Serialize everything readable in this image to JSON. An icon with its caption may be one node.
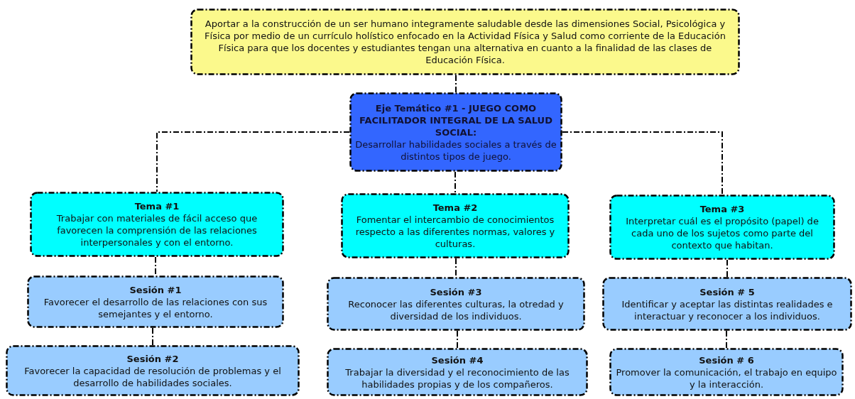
{
  "diagram": {
    "nodes": [
      {
        "text": [
          "Aportar a la construcción de un ser humano integramente saludable desde las dimensiones Social, Psicológica y Física por medio de un currículo holístico enfocado en la Actividad Física y Salud como corriente de la Educación Física para que los docentes y estudiantes tengan una alternativa en cuanto a la finalidad de las clases de Educación Física."
        ]
      },
      {
        "text": [
          "Eje Temático #1 - JUEGO COMO FACILITADOR INTEGRAL DE LA SALUD SOCIAL:",
          "Desarrollar habilidades sociales a través de distintos tipos de juego."
        ]
      },
      {
        "text": [
          "Tema #1",
          "Trabajar con materiales de fácil acceso que favorecen la comprensión de las relaciones interpersonales y con el entorno."
        ]
      },
      {
        "text": [
          "Tema #2",
          "Fomentar el intercambio de conocimientos respecto a las diferentes normas, valores y culturas."
        ]
      },
      {
        "text": [
          "Tema #3",
          "Interpretar cuál es el propósito (papel) de cada uno de los sujetos como parte del contexto que habitan."
        ]
      },
      {
        "text": [
          "Sesión #1",
          "Favorecer el desarrollo de las relaciones con sus semejantes y el entorno."
        ]
      },
      {
        "text": [
          "Sesión #2",
          "Favorecer la capacidad de resolución de problemas y el desarrollo de habilidades sociales."
        ]
      },
      {
        "text": [
          "Sesión #3",
          "Reconocer las diferentes culturas, la otredad y diversidad de los individuos."
        ]
      },
      {
        "text": [
          "Sesión #4",
          "Trabajar la diversidad y el reconocimiento de las habilidades propias y de los compañeros."
        ]
      },
      {
        "text": [
          "Sesión # 5",
          "Identificar y aceptar las distintas realidades e interactuar y reconocer a los individuos."
        ]
      },
      {
        "text": [
          "Sesión # 6",
          "Promover la comunicación, el trabajo en equipo y la interacción."
        ]
      }
    ],
    "edges": [
      {
        "from": 0,
        "to": 1,
        "arrow": "none",
        "style": "dashed"
      },
      {
        "from": 1,
        "to": 2,
        "arrow": "none",
        "style": "dashed"
      },
      {
        "from": 1,
        "to": 3,
        "arrow": "none",
        "style": "dashed"
      },
      {
        "from": 1,
        "to": 4,
        "arrow": "none",
        "style": "dashed"
      },
      {
        "from": 2,
        "to": 5,
        "arrow": "none",
        "style": "dashed"
      },
      {
        "from": 5,
        "to": 6,
        "arrow": "none",
        "style": "dashed"
      },
      {
        "from": 3,
        "to": 7,
        "arrow": "none",
        "style": "dashed"
      },
      {
        "from": 7,
        "to": 8,
        "arrow": "none",
        "style": "dashed"
      },
      {
        "from": 4,
        "to": 9,
        "arrow": "none",
        "style": "dashed"
      },
      {
        "from": 9,
        "to": 10,
        "arrow": "none",
        "style": "dashed"
      }
    ]
  }
}
